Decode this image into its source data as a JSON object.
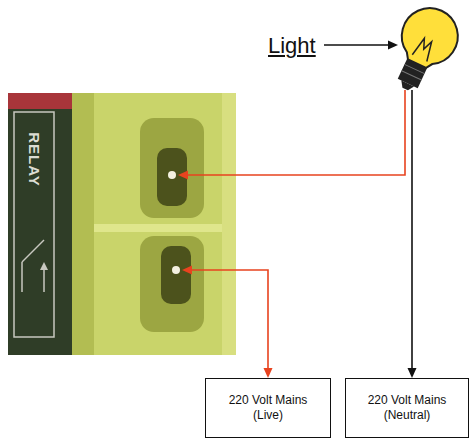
{
  "diagram": {
    "nodes": [
      {
        "text": [
          "RELAY"
        ]
      },
      {
        "text": [
          "Light"
        ]
      },
      {
        "text": [
          "220 Volt Mains (Live)"
        ]
      },
      {
        "text": [
          "220 Volt Mains (Neutral)"
        ]
      }
    ],
    "edges": [
      {
        "from": 1,
        "to": 0,
        "arrow": "to"
      },
      {
        "from": 2,
        "to": 0,
        "arrow": "both"
      },
      {
        "from": 1,
        "to": 3,
        "arrow": "to"
      }
    ]
  }
}
